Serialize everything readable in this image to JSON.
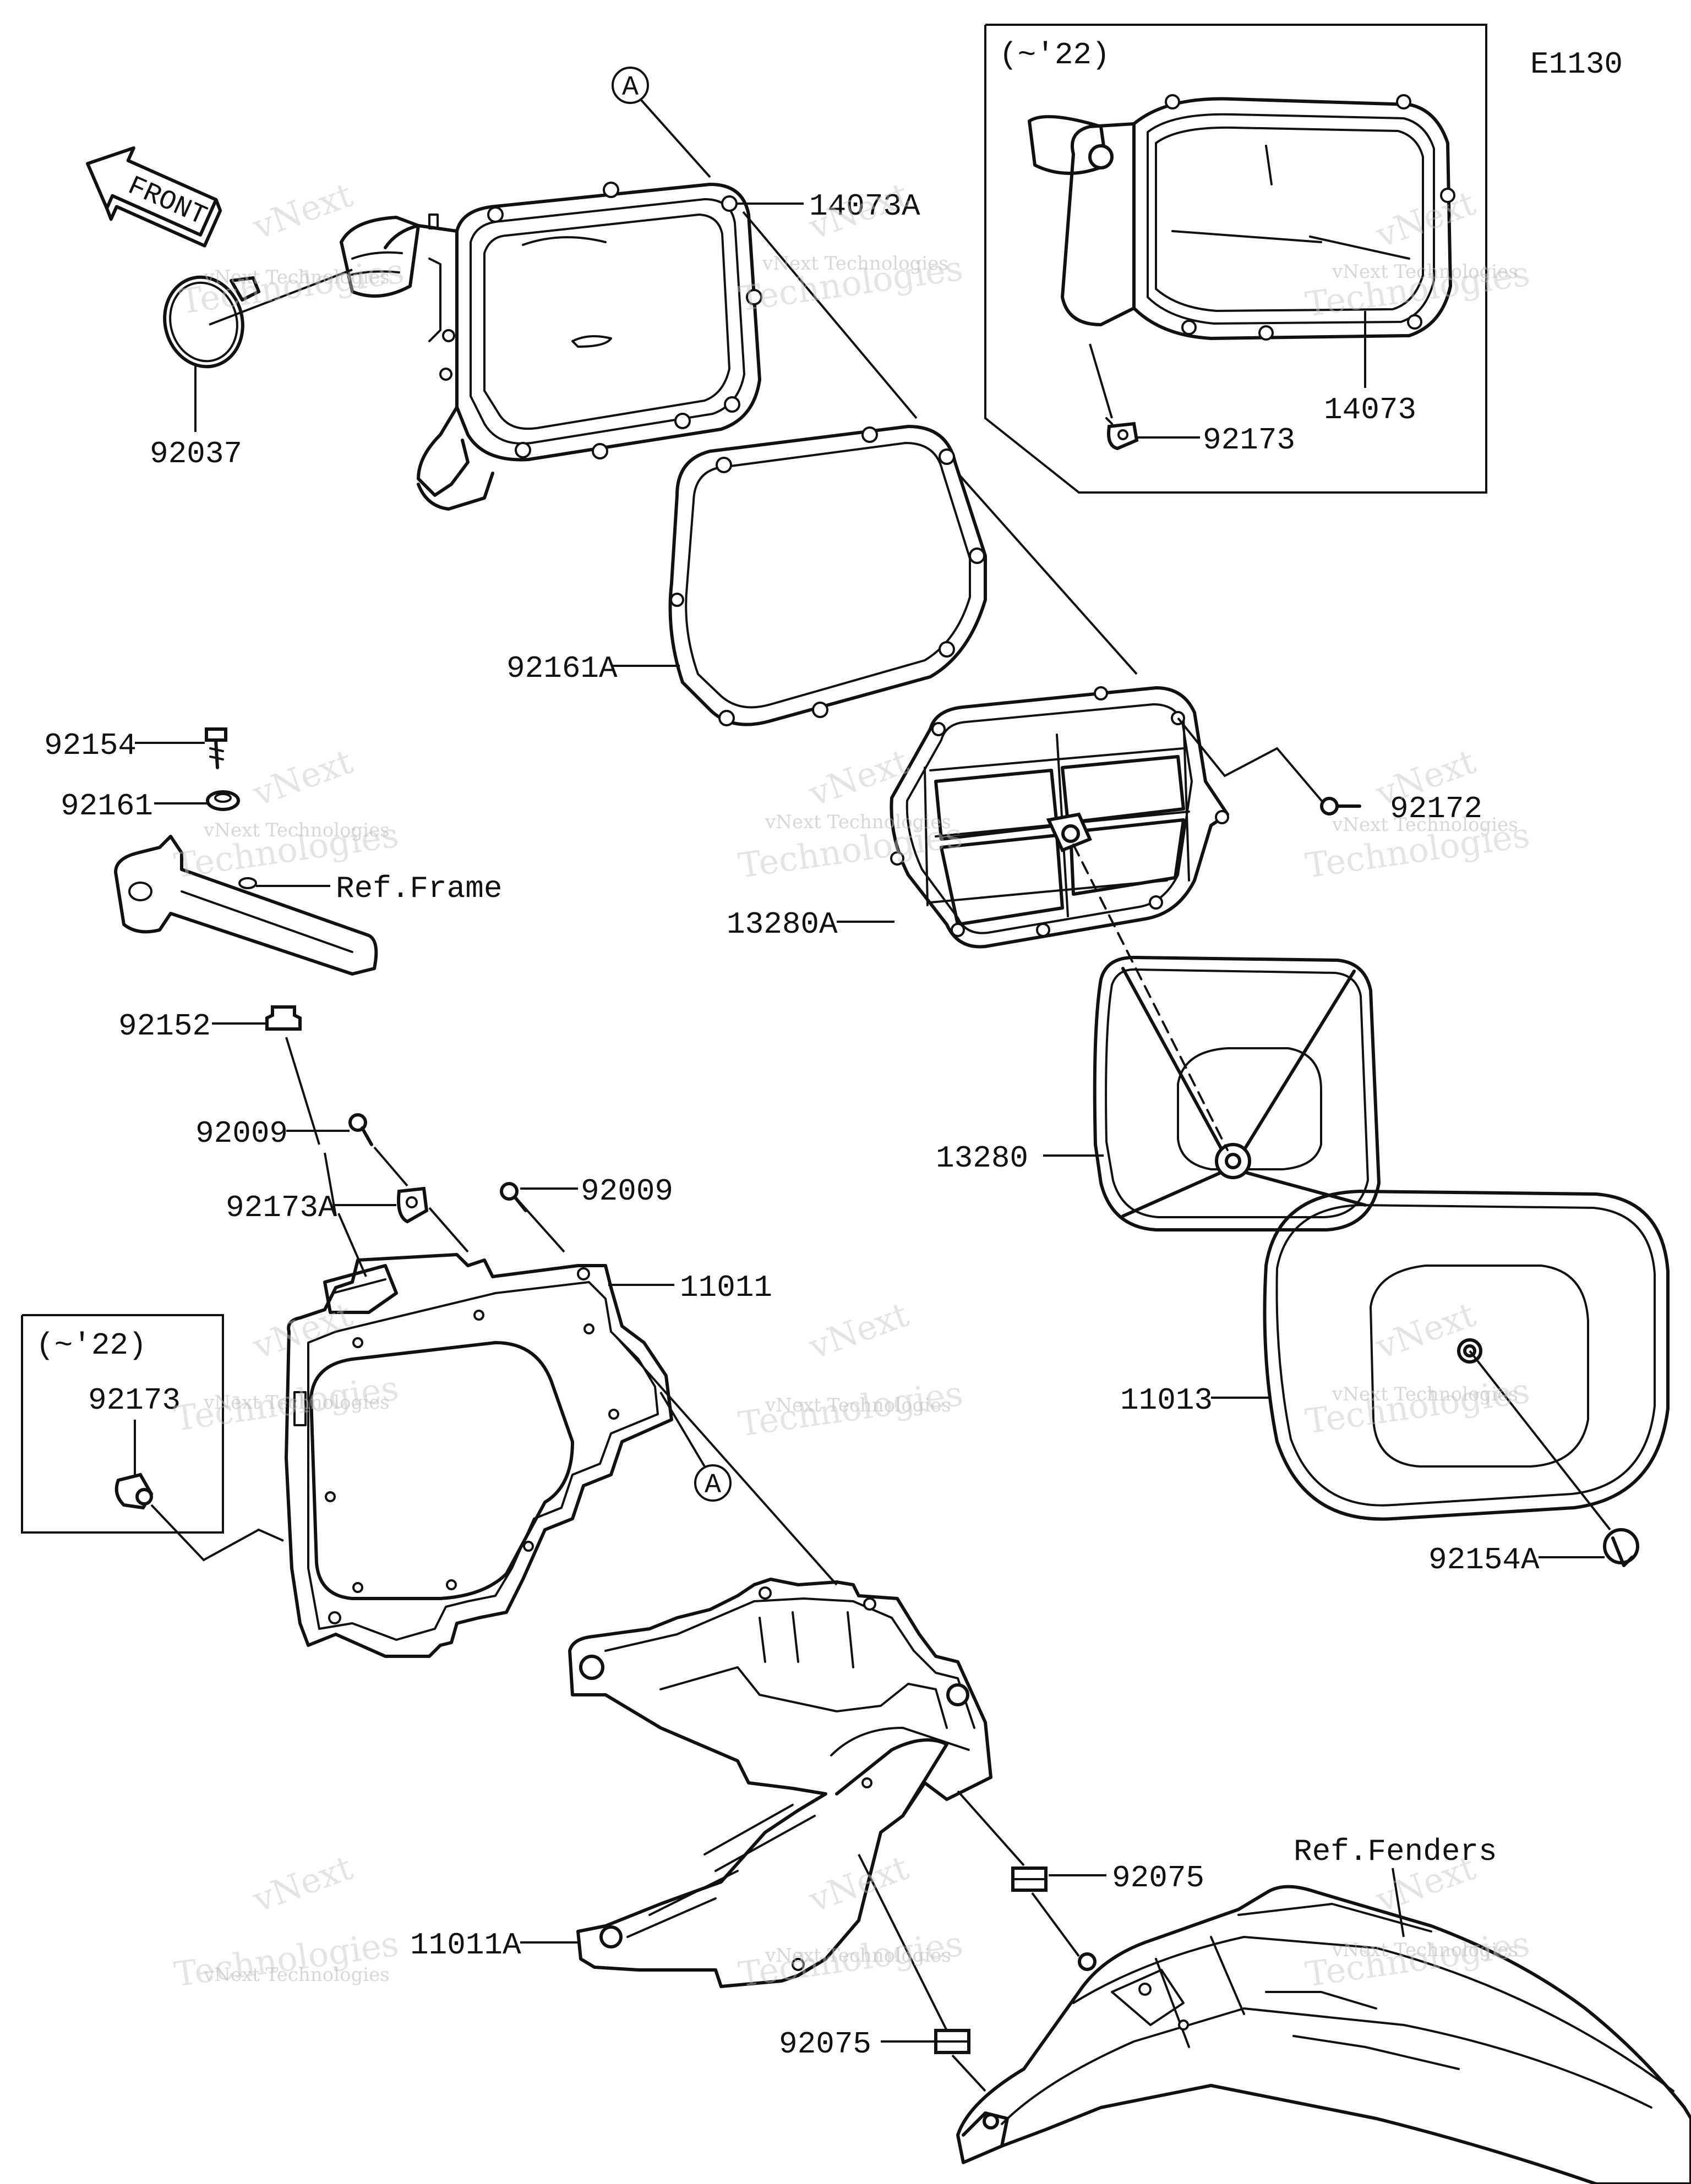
{
  "diagram_code": "E1130",
  "front_arrow_text": "FRONT",
  "inset_labels": {
    "top_right": "(~'22)",
    "left": "(~'22)"
  },
  "callouts": {
    "a_top": "A",
    "a_mid": "A"
  },
  "parts": {
    "p14073A": "14073A",
    "p14073": "14073",
    "p92173_top": "92173",
    "p92037": "92037",
    "p92161A": "92161A",
    "p92154": "92154",
    "p92161": "92161",
    "ref_frame": "Ref.Frame",
    "p92172": "92172",
    "p13280A": "13280A",
    "p92152": "92152",
    "p13280": "13280",
    "p92009_left": "92009",
    "p92009_right": "92009",
    "p92173A": "92173A",
    "p11011": "11011",
    "p92173_left": "92173",
    "p11013": "11013",
    "p92154A": "92154A",
    "p92075_right": "92075",
    "ref_fenders": "Ref.Fenders",
    "p11011A": "11011A",
    "p92075_left": "92075"
  },
  "watermark": {
    "line1": "vNext Technologies",
    "line2": "vNext",
    "line3": "Technologies"
  }
}
